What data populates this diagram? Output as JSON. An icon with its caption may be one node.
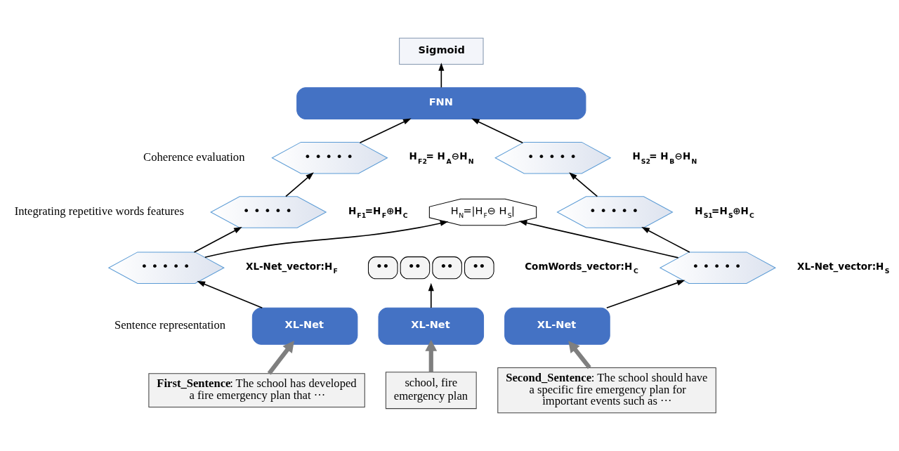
{
  "diagram": {
    "nodes": [
      {
        "text": [
          "Sigmoid"
        ]
      },
      {
        "text": [
          "FNN"
        ]
      },
      {
        "text": [
          "• • • • •"
        ],
        "beside": [
          "H$_{F2}$= H$_{A}$⊖H$_{N}$"
        ]
      },
      {
        "text": [
          "• • • • •"
        ],
        "beside": [
          "H$_{S2}$= H$_{B}$⊖H$_{N}$"
        ]
      },
      {
        "text": [
          "• • • • •"
        ],
        "beside": [
          "H$_{F1}$=H$_{F}$⊕H$_{C}$"
        ]
      },
      {
        "text": [
          "• • • • •"
        ],
        "beside": [
          "H$_{S1}$=H$_{S}$⊕H$_{C}$"
        ]
      },
      {
        "text": [
          "H$_{N}$=|H$_{F}$⊖ H$_{S}$|"
        ]
      },
      {
        "text": [
          "• • • • •"
        ],
        "beside": [
          "XL-Net_vector:H$_{F}$"
        ]
      },
      {
        "text": [
          "••",
          "••",
          "••",
          "••"
        ],
        "beside": [
          "ComWords_vector:H$_{C}$"
        ]
      },
      {
        "text": [
          "• • • • •"
        ],
        "beside": [
          "XL-Net_vector:H$_{S}$"
        ]
      },
      {
        "text": [
          "XL-Net"
        ]
      },
      {
        "text": [
          "XL-Net"
        ]
      },
      {
        "text": [
          "XL-Net"
        ]
      },
      {
        "text": [
          "**First_Sentence**: The school has developed a fire emergency plan that ···"
        ]
      },
      {
        "text": [
          "school, fire emergency plan"
        ]
      },
      {
        "text": [
          "**Second_Sentence**: The school should have a specific fire emergency plan for important events such as ···"
        ]
      }
    ],
    "edges": [
      {
        "from": 13,
        "to": 10,
        "arrow": "to",
        "style": "thick",
        "color": "#7f7f7f"
      },
      {
        "from": 14,
        "to": 11,
        "arrow": "to",
        "style": "thick",
        "color": "#7f7f7f"
      },
      {
        "from": 15,
        "to": 12,
        "arrow": "to",
        "style": "thick",
        "color": "#7f7f7f"
      },
      {
        "from": 10,
        "to": 7,
        "arrow": "to"
      },
      {
        "from": 11,
        "to": 8,
        "arrow": "to"
      },
      {
        "from": 12,
        "to": 9,
        "arrow": "to"
      },
      {
        "from": 7,
        "to": 6,
        "arrow": "to"
      },
      {
        "from": 9,
        "to": 6,
        "arrow": "to"
      },
      {
        "from": 7,
        "to": 4,
        "arrow": "to"
      },
      {
        "from": 9,
        "to": 5,
        "arrow": "to"
      },
      {
        "from": 4,
        "to": 2,
        "arrow": "to"
      },
      {
        "from": 5,
        "to": 3,
        "arrow": "to"
      },
      {
        "from": 2,
        "to": 1,
        "arrow": "to"
      },
      {
        "from": 3,
        "to": 1,
        "arrow": "to"
      },
      {
        "from": 1,
        "to": 0,
        "arrow": "to"
      }
    ],
    "labels": [
      "Coherence evaluation",
      "Integrating repetitive words features",
      "Sentence representation"
    ]
  }
}
